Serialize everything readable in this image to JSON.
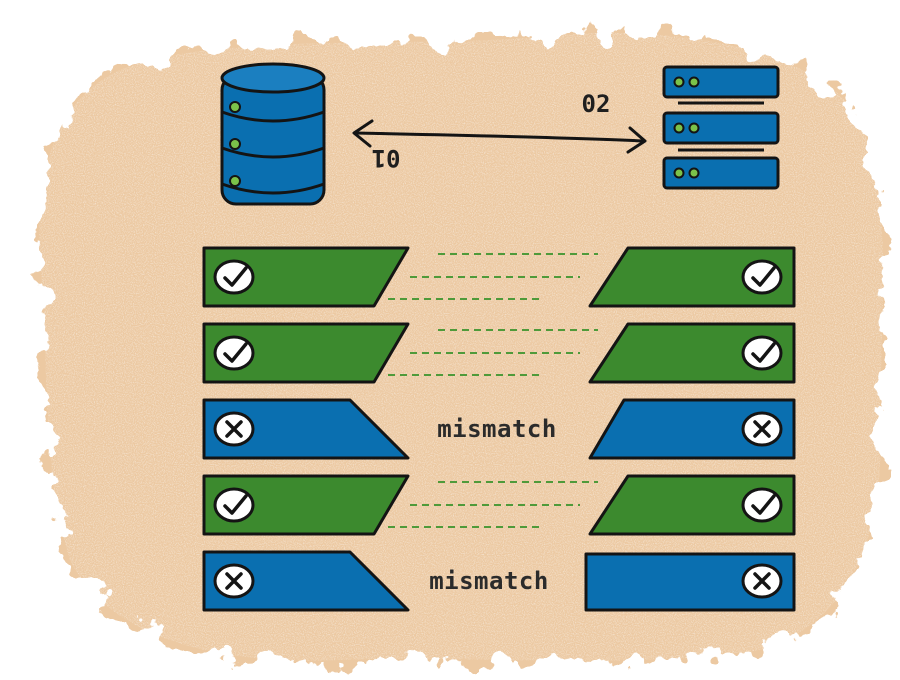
{
  "diagram": {
    "source_icon": "database-icon",
    "target_icon": "server-rack-icon",
    "arrow_label_left": "01",
    "arrow_label_right": "02",
    "colors": {
      "background_blob": "#ecc9a2",
      "match": "#3c8a2e",
      "mismatch": "#0a6fb0",
      "dash": "#4f9a3a",
      "outline": "#141414"
    },
    "rows": [
      {
        "status": "match",
        "left_icon": "check-icon",
        "right_icon": "check-icon",
        "label": ""
      },
      {
        "status": "match",
        "left_icon": "check-icon",
        "right_icon": "check-icon",
        "label": ""
      },
      {
        "status": "mismatch",
        "left_icon": "x-icon",
        "right_icon": "x-icon",
        "label": "mismatch"
      },
      {
        "status": "match",
        "left_icon": "check-icon",
        "right_icon": "check-icon",
        "label": ""
      },
      {
        "status": "mismatch",
        "left_icon": "x-icon",
        "right_icon": "x-icon",
        "label": "mismatch"
      }
    ]
  }
}
